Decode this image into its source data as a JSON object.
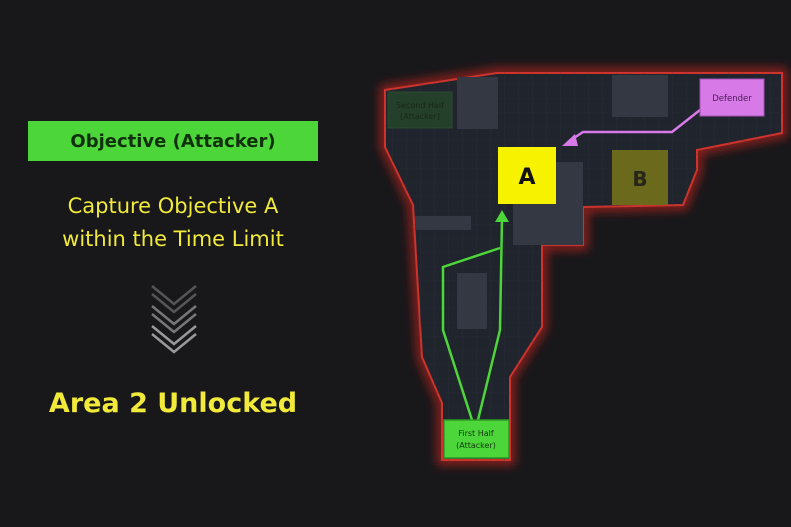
{
  "objective": {
    "label": "Objective (Attacker)",
    "task_line1": "Capture Objective A",
    "task_line2": "within the Time Limit",
    "result": "Area 2 Unlocked"
  },
  "map": {
    "point_a": "A",
    "point_b": "B",
    "defender": "Defender",
    "second_half_line1": "Second Half",
    "second_half_line2": "[Attacker]",
    "first_half_line1": "First Half",
    "first_half_line2": "(Attacker)"
  },
  "colors": {
    "attacker": "#4cd63a",
    "defender": "#d77ae8",
    "objective_a": "#f7f200",
    "objective_b": "#6b6a1c",
    "boundary": "#d0322c",
    "text_yellow": "#f1ea3a"
  }
}
